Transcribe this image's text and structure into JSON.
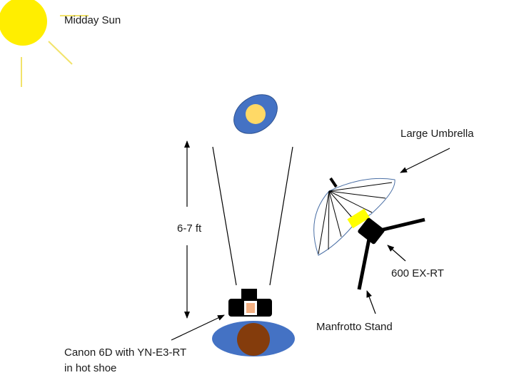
{
  "labels": {
    "sun": "Midday Sun",
    "distance": "6-7 ft",
    "umbrella": "Large Umbrella",
    "flash": "600 EX-RT",
    "stand": "Manfrotto Stand",
    "camera_line1": "Canon 6D with YN-E3-RT",
    "camera_line2": "in hot shoe"
  },
  "colors": {
    "sun": "#ffee00",
    "sun_rays": "#f2e36a",
    "blue": "#4472c4",
    "blue_edge": "#2f528f",
    "reflector_spot": "#ffd966",
    "subject_head": "#843c0c",
    "camera_body": "#000000",
    "camera_lcd": "#f4b183",
    "umbrella_fill": "#ffffff",
    "umbrella_edge": "#4a6fa5",
    "flash_yellow": "#ffff00",
    "lines": "#000000"
  },
  "icons": {
    "sun": "sun-icon",
    "reflector": "overhead-reflector-icon",
    "camera": "camera-icon",
    "subject": "subject-icon",
    "umbrella": "umbrella-icon",
    "flash": "flash-icon",
    "stand": "light-stand-icon"
  }
}
